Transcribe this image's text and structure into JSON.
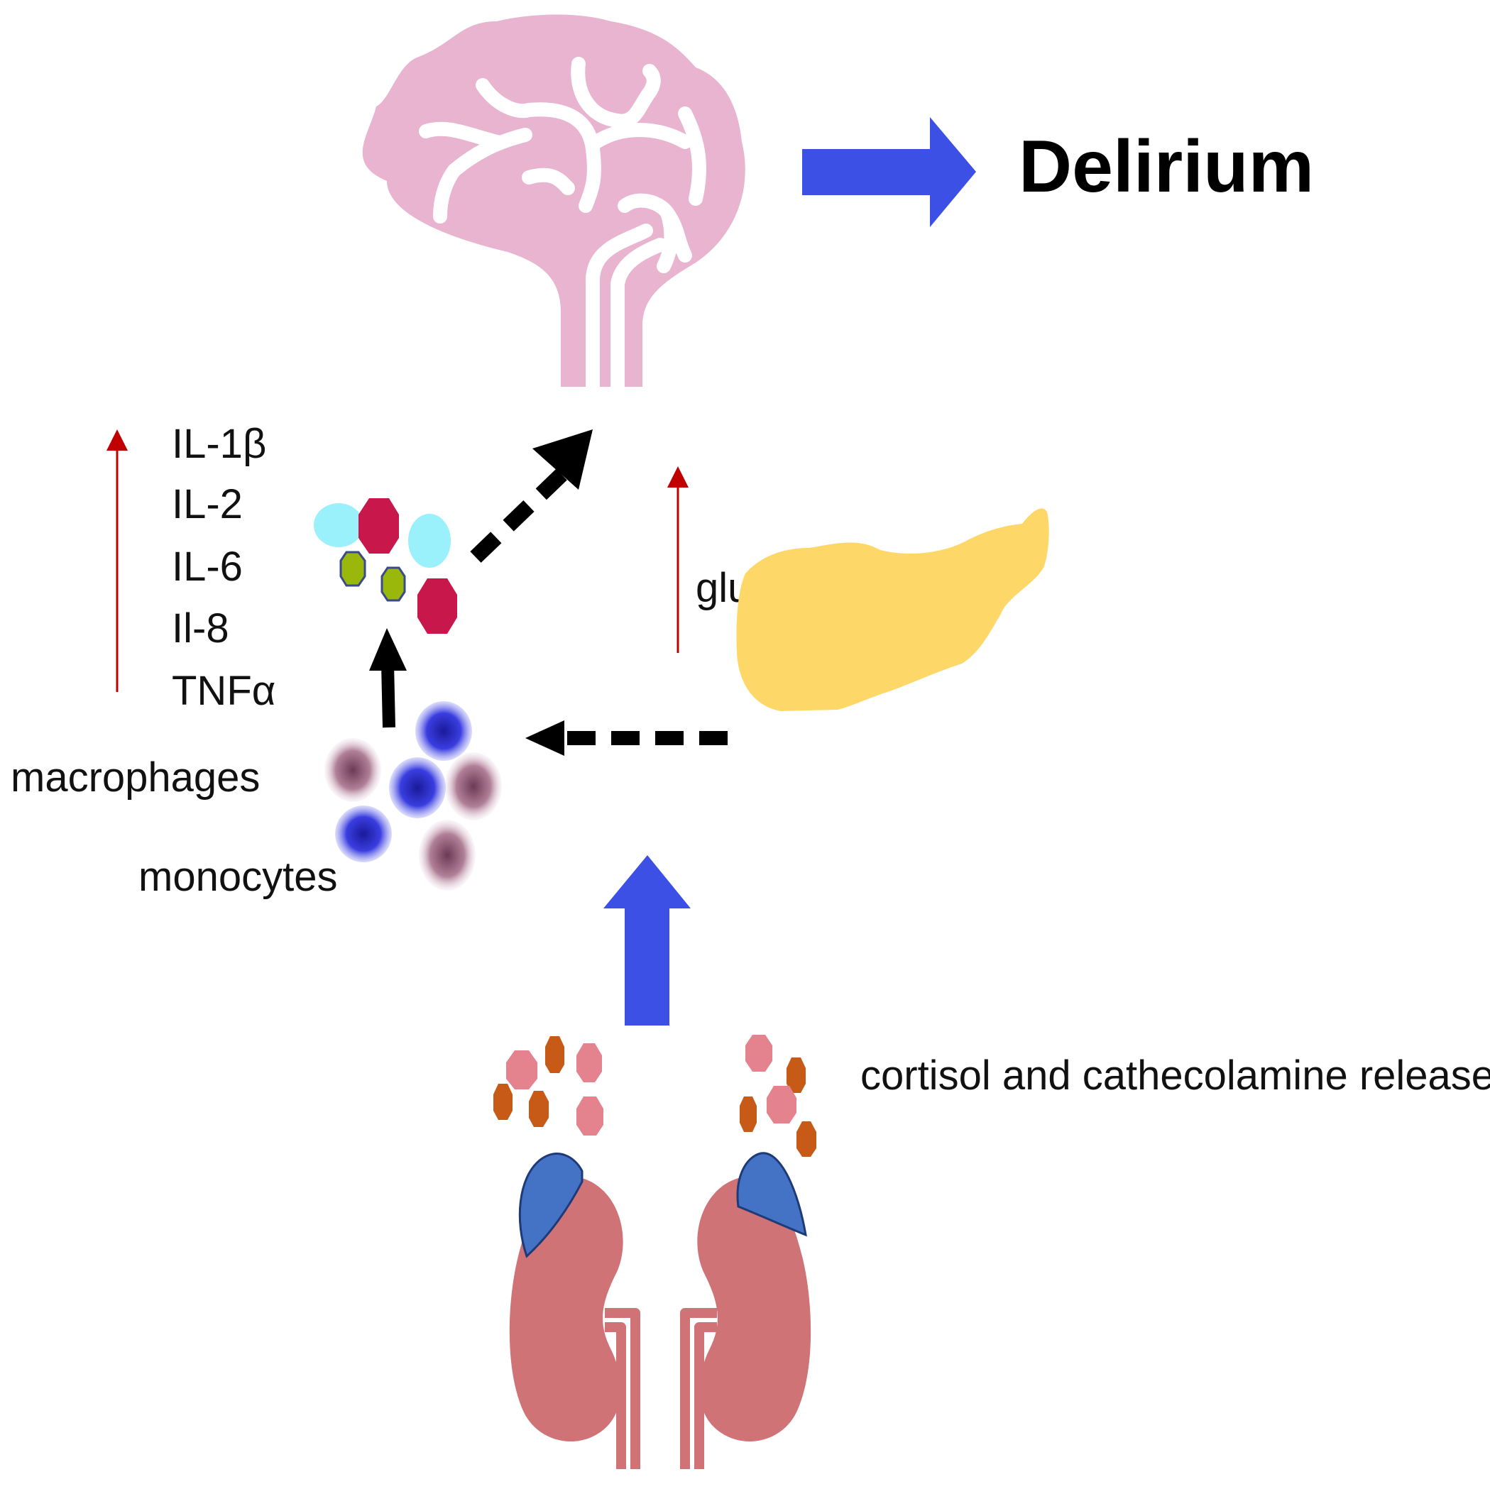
{
  "title": "Delirium",
  "cytokines": [
    "IL-1β",
    "IL-2",
    "IL-6",
    "Il-8",
    "TNFα"
  ],
  "labels": {
    "glucose": "glucose",
    "macrophages": "macrophages",
    "monocytes": "monocytes",
    "release": "cortisol and cathecolamine release"
  },
  "colors": {
    "brain": "#e8b4d0",
    "blue_arrow": "#3c50e6",
    "increase_arrow": "#c00000",
    "pancreas": "#fdd868",
    "kidney": "#cf7376",
    "adrenal": "#4472c4",
    "cytokine_cyan": "#9af0fb",
    "cytokine_crimson": "#c8174a",
    "cytokine_green": "#9ab80c",
    "macrophage": "#a06880",
    "monocyte": "#2b2fd6",
    "cortisol": "#e4838e",
    "catecholamine": "#c85a18"
  },
  "icons": [
    "brain-icon",
    "pancreas-icon",
    "kidneys-icon",
    "adrenal-gland-icon"
  ]
}
